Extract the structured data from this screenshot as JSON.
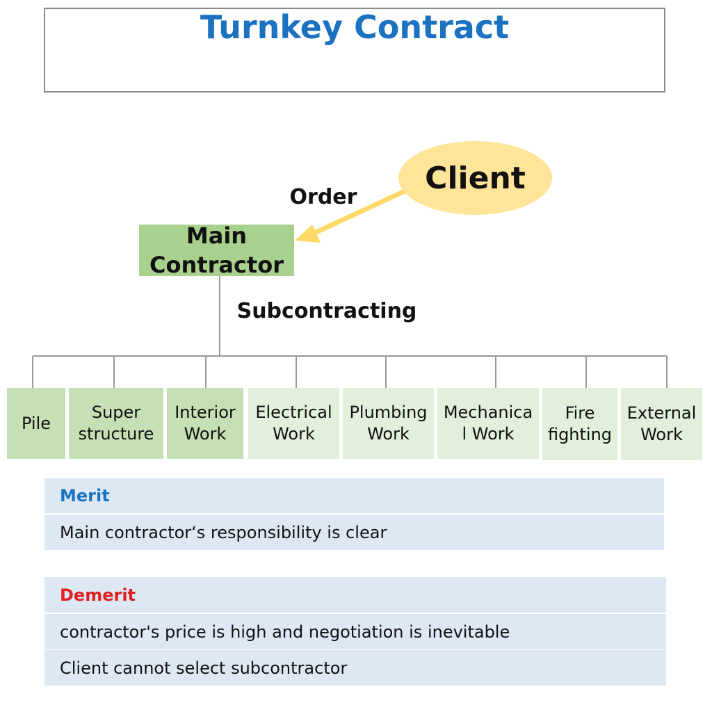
{
  "title": "Turnkey Contract",
  "client": "Client",
  "order_label": "Order",
  "main_contractor": [
    "Main",
    "Contractor"
  ],
  "subcontracting_label": "Subcontracting",
  "subcontractors": [
    {
      "lines": [
        "Pile"
      ],
      "shade": "dark"
    },
    {
      "lines": [
        "Super",
        "structure"
      ],
      "shade": "dark"
    },
    {
      "lines": [
        "Interior",
        "Work"
      ],
      "shade": "dark"
    },
    {
      "lines": [
        "Electrical",
        "Work"
      ],
      "shade": "light"
    },
    {
      "lines": [
        "Plumbing",
        "Work"
      ],
      "shade": "light"
    },
    {
      "lines": [
        "Mechanica",
        "l Work"
      ],
      "shade": "light"
    },
    {
      "lines": [
        "Fire",
        "fighting"
      ],
      "shade": "light"
    },
    {
      "lines": [
        "External",
        "Work"
      ],
      "shade": "light"
    }
  ],
  "merit": {
    "heading": "Merit",
    "items": [
      "Main contractor‘s responsibility is clear"
    ]
  },
  "demerit": {
    "heading": "Demerit",
    "items": [
      "contractor's price is high and negotiation is inevitable",
      "Client cannot select subcontractor"
    ]
  },
  "colors": {
    "title": "#1a72c0",
    "client_fill": "#ffe59a",
    "arrow": "#ffd966",
    "main_contractor_fill": "#a9d18e",
    "sub_dark": "#c5e0b4",
    "sub_light": "#e2efda",
    "panel": "#dde8f4",
    "merit_heading": "#1a72c0",
    "demerit_heading": "#e02020"
  }
}
